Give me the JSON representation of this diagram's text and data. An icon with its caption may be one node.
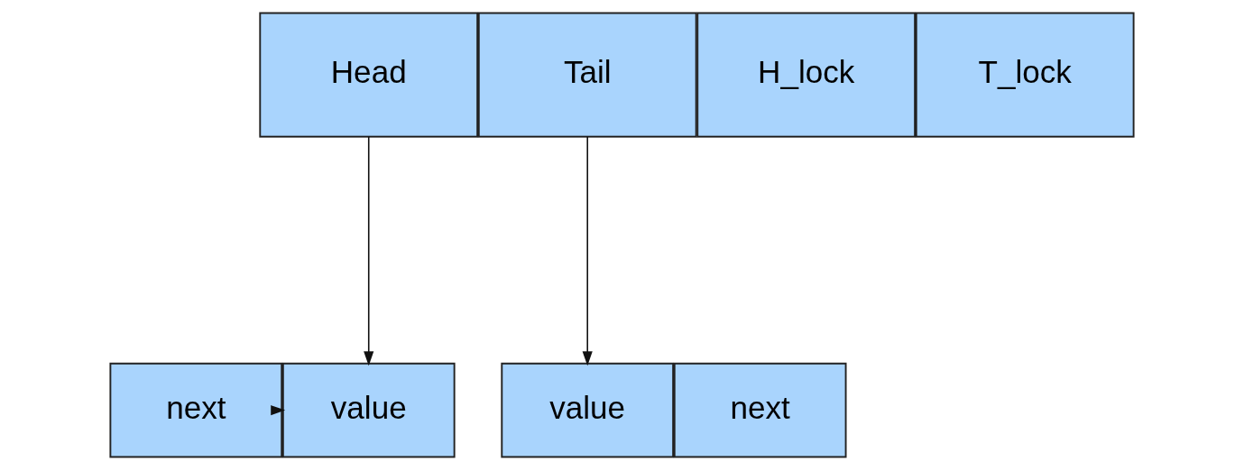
{
  "diagram": {
    "nodes": [
      {
        "text": [
          "Head"
        ]
      },
      {
        "text": [
          "Tail"
        ]
      },
      {
        "text": [
          "H_lock"
        ]
      },
      {
        "text": [
          "T_lock"
        ]
      },
      {
        "text": [
          "value"
        ]
      },
      {
        "text": [
          "next"
        ]
      },
      {
        "text": [
          "value"
        ]
      },
      {
        "text": [
          "next"
        ]
      }
    ],
    "edges": [
      {
        "from": 0,
        "to": 6,
        "arrow": "to"
      },
      {
        "from": 1,
        "to": 4,
        "arrow": "to"
      },
      {
        "from": 5,
        "to": 6,
        "arrow": "to"
      }
    ]
  }
}
